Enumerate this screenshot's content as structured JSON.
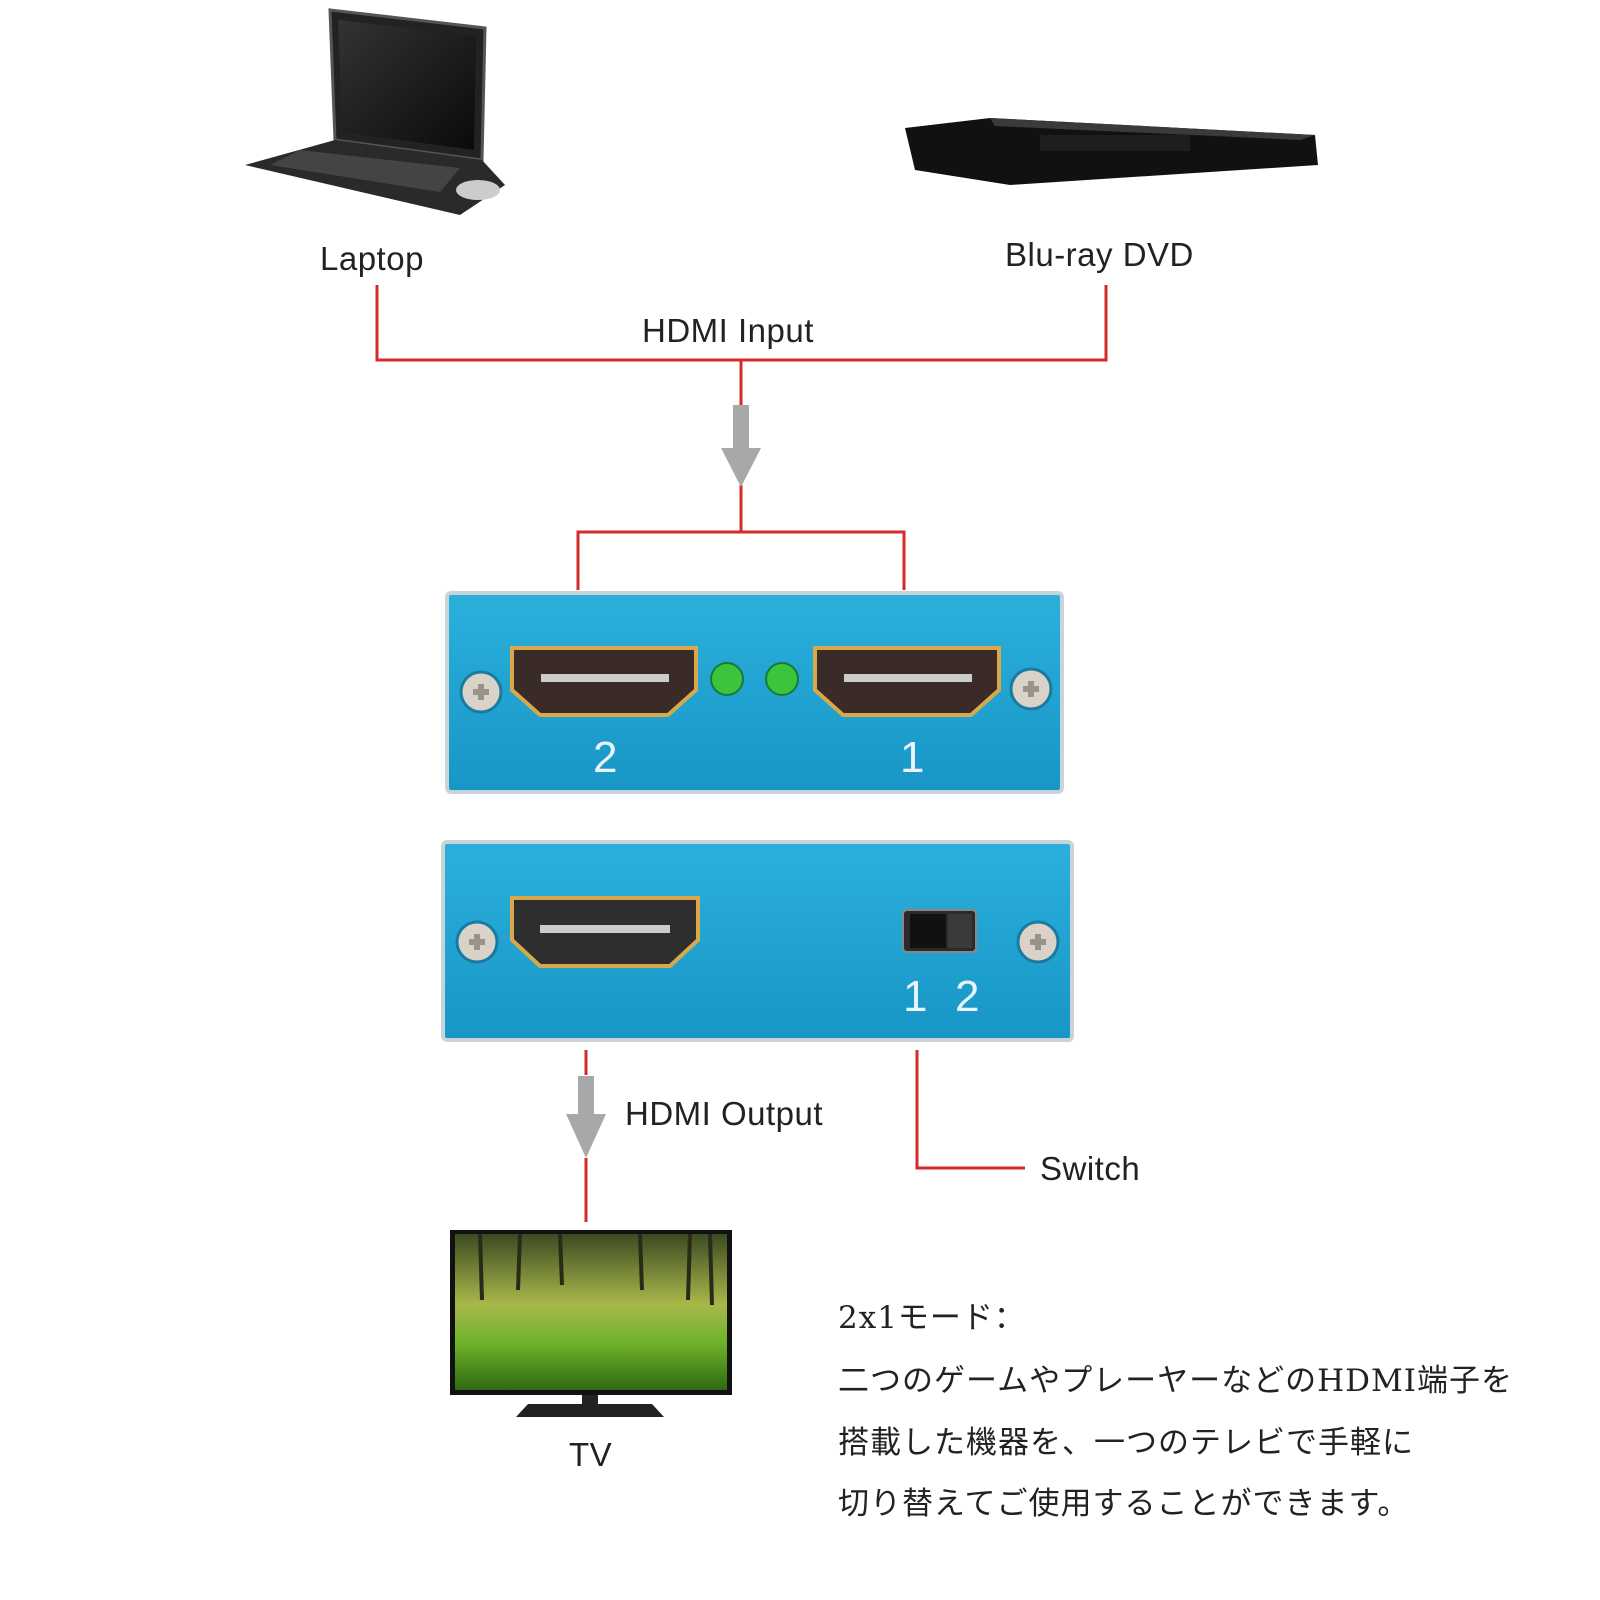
{
  "devices": {
    "laptop_label": "Laptop",
    "bluray_label": "Blu-ray DVD",
    "tv_label": "TV"
  },
  "connections": {
    "input_label": "HDMI Input",
    "output_label": "HDMI Output",
    "switch_label": "Switch"
  },
  "panels": {
    "input_port_labels": [
      "2",
      "1"
    ],
    "switch_position_labels": [
      "1",
      "2"
    ]
  },
  "description": {
    "title": "2x1モード：",
    "lines": [
      "二つのゲームやプレーヤーなどのHDMI端子を",
      "搭載した機器を、一つのテレビで手軽に",
      "切り替えてご使用することができます。"
    ]
  },
  "colors": {
    "connector_line": "#d62b2b",
    "panel_blue": "#1c9fcf",
    "arrow_gray": "#a8a8a8",
    "led_green": "#3cc43c"
  }
}
